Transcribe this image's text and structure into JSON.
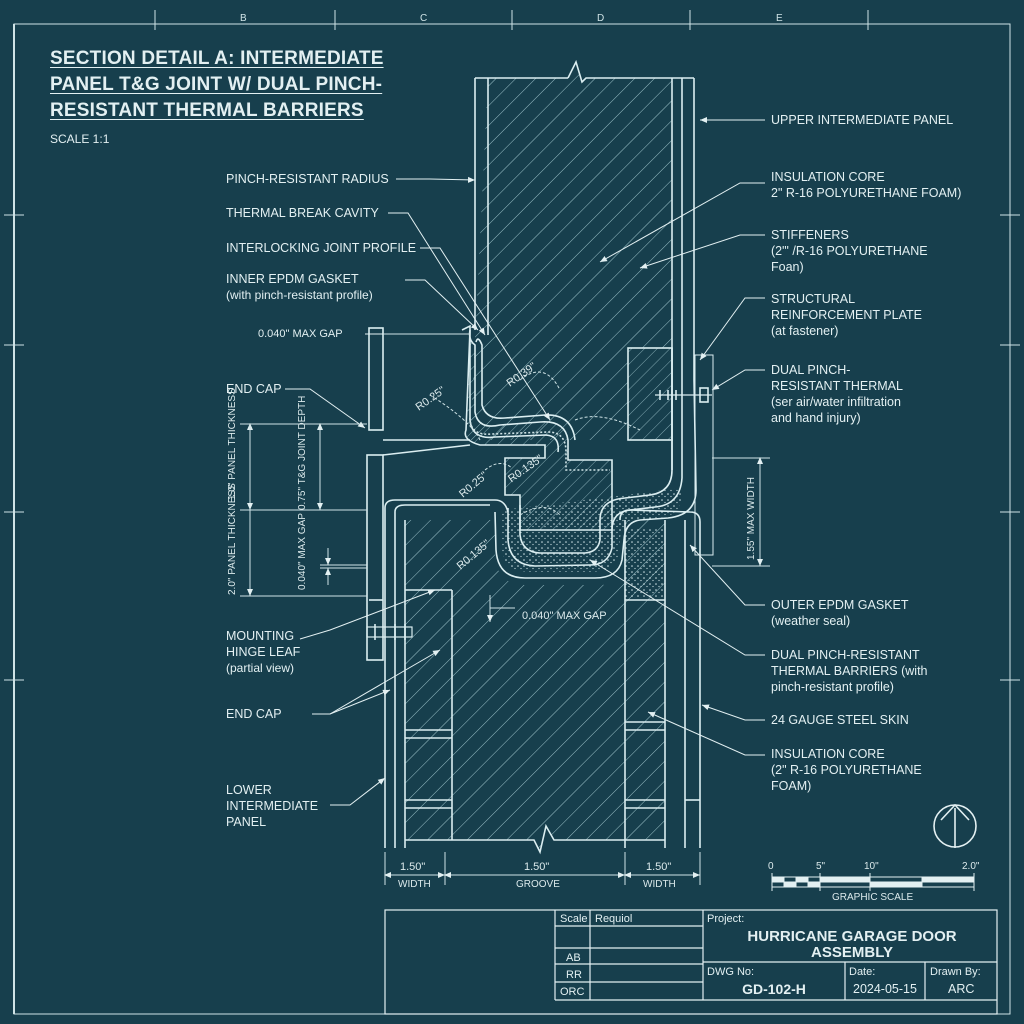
{
  "grid": {
    "cols": [
      "B",
      "C",
      "D",
      "E"
    ]
  },
  "title": {
    "line1": "SECTION DETAIL A: INTERMEDIATE",
    "line2": "PANEL T&G JOINT W/ DUAL PINCH-",
    "line3": "RESISTANT THERMAL BARRIERS",
    "scale": "SCALE 1:1"
  },
  "callouts_left": {
    "pinch_radius": "PINCH-RESISTANT RADIUS",
    "thermal_break": "THERMAL BREAK CAVITY",
    "interlock": "INTERLOCKING JOINT PROFILE",
    "inner_gasket_1": "INNER EPDM GASKET",
    "inner_gasket_2": "(with pinch-resistant profile)",
    "gap_top": "0.040\" MAX GAP",
    "end_cap_top": "END CAP",
    "mounting_1": "MOUNTING",
    "mounting_2": "HINGE LEAF",
    "mounting_3": "(partial view)",
    "end_cap_bottom": "END CAP",
    "lower_1": "LOWER",
    "lower_2": "INTERMEDIATE",
    "lower_3": "PANEL"
  },
  "callouts_right": {
    "upper_panel": "UPPER INTERMEDIATE PANEL",
    "core_top_1": "INSULATION CORE",
    "core_top_2": "2\" R-16 POLYURETHANE FOAM)",
    "stiff_1": "STIFFENERS",
    "stiff_2": "(2\"' /R-16 POLYURETHANE",
    "stiff_3": "Foan)",
    "struct_1": "STRUCTURAL",
    "struct_2": "REINFORCEMENT PLATE",
    "struct_3": "(at fastener)",
    "dual_1": "DUAL PINCH-",
    "dual_2": "RESISTANT THERMAL",
    "dual_3": "(ser air/water infiltration",
    "dual_4": "and hand injury)",
    "outer_gasket_1": "OUTER EPDM GASKET",
    "outer_gasket_2": "(weather seal)",
    "dual_b_1": "DUAL  PINCH-RESISTANT",
    "dual_b_2": "THERMAL BARRIERS (with",
    "dual_b_3": "pinch-resistant profile)",
    "skin": "24 GAUGE STEEL SKIN",
    "core_bot_1": "INSULATION CORE",
    "core_bot_2": "(2\" R-16 POLYURETHANE",
    "core_bot_3": "FOAM)"
  },
  "radii": {
    "r1": "R0.25\"",
    "r2": "R0.39\"",
    "r3": "R0.25\"",
    "r4": "R0.135\"",
    "r5": "R0.135\""
  },
  "dims": {
    "panel_thk_top": "1.0\" PANEL THICKNESS",
    "tg_depth": "0.75\" T&G JOINT DEPTH",
    "panel_thk_bot": "2.0\" PANEL THICKNESS",
    "gap_v": "0.040\" MAX GAP",
    "gap_mid": "0.040\" MAX GAP",
    "max_width": "1.55\" MAX WIDTH",
    "w1_val": "1.50\"",
    "w1_lbl": "WIDTH",
    "w2_val": "1.50\"",
    "w2_lbl": "GROOVE",
    "w3_val": "1.50\"",
    "w3_lbl": "WIDTH"
  },
  "graphic_scale": {
    "t0": "0",
    "t1": "5\"",
    "t2": "10\"",
    "t3": "2.0\"",
    "label": "GRAPHIC SCALE"
  },
  "title_block": {
    "scale_hdr": "Scale",
    "req_hdr": "Requiol",
    "rev1": "AB",
    "rev2": "RR",
    "rev3": "ORC",
    "project_lbl": "Project:",
    "project_1": "HURRICANE GARAGE DOOR",
    "project_2": "ASSEMBLY",
    "dwg_lbl": "DWG No:",
    "dwg_no": "GD-102-H",
    "date_lbl": "Date:",
    "date": "2024-05-15",
    "drawn_lbl": "Drawn By:",
    "drawn": "ARC"
  },
  "colors": {
    "background": "#173f4d",
    "line": "#dbeef1",
    "text": "#e3f0f2"
  }
}
